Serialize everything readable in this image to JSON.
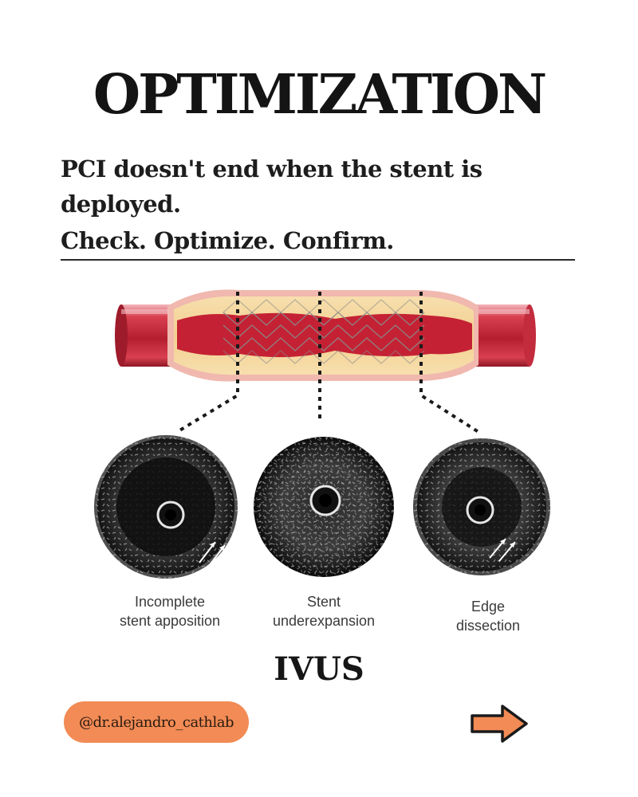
{
  "header": {
    "title": "OPTIMIZATION",
    "subtitle_line1": "PCI doesn't end when the stent is deployed.",
    "subtitle_line2": "Check. Optimize. Confirm."
  },
  "figure": {
    "captions": [
      {
        "line1": "Incomplete",
        "line2": "stent apposition"
      },
      {
        "line1": "Stent",
        "line2": "underexpansion"
      },
      {
        "line1": "Edge",
        "line2": "dissection"
      }
    ],
    "label": "IVUS"
  },
  "footer": {
    "handle": "@dr.alejandro_cathlab",
    "next_icon": "arrow-right-icon"
  },
  "colors": {
    "accent": "#f28b55",
    "vessel": "#c8283a",
    "plaque": "#f6d9a0"
  }
}
